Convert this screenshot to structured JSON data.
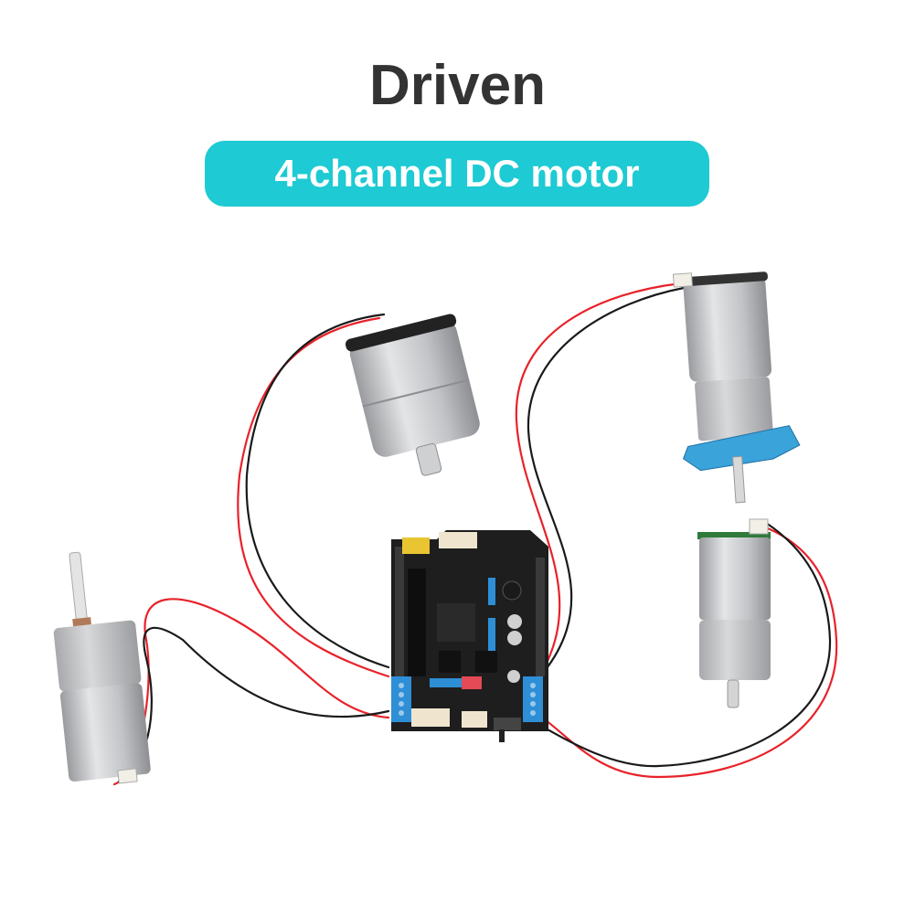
{
  "header": {
    "title": "Driven",
    "subtitle": "4-channel DC motor"
  },
  "colors": {
    "title": "#333333",
    "pill_bg": "#1ECAD3",
    "pill_text": "#FFFFFF",
    "background": "#FFFFFF",
    "wire_red": "#E8222A",
    "wire_black": "#1A1A1A",
    "pcb": "#1E1E1E",
    "terminal_blue": "#2E8FD6",
    "motor_silver": "#C8C9CB",
    "mount_blue": "#3AA3D9"
  },
  "photo": {
    "subject": "motor driver shield board connected to four DC gear motors",
    "components": [
      {
        "name": "driver-board",
        "label": "motor-driver-shield"
      },
      {
        "name": "motor-top-center",
        "label": "DC gear motor"
      },
      {
        "name": "motor-top-right",
        "label": "DC gear motor with blue mount"
      },
      {
        "name": "motor-right",
        "label": "DC gear motor with encoder"
      },
      {
        "name": "motor-left",
        "label": "DC gear motor"
      }
    ]
  }
}
